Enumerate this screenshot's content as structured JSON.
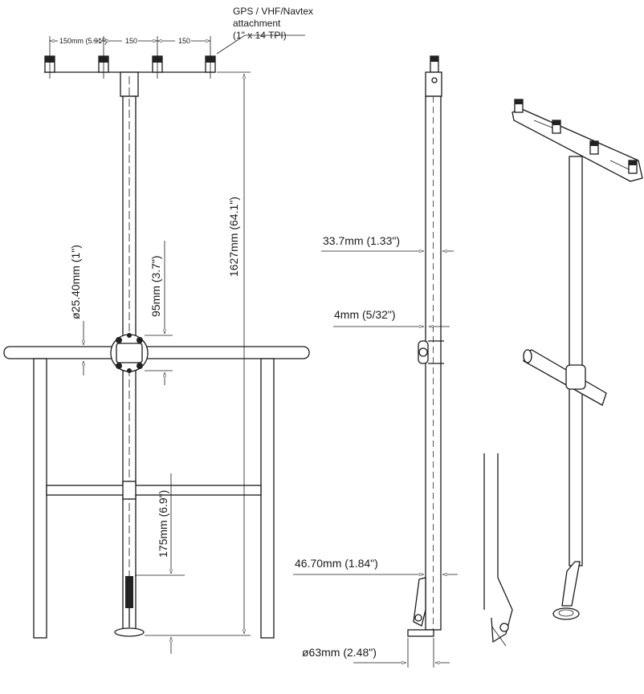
{
  "front_view": {
    "spacing_labels": [
      "150mm (5.91\")",
      "150",
      "150"
    ],
    "callout": [
      "GPS / VHF/Navtex",
      "attachment",
      "(1\" x 14 TPI)"
    ],
    "dim_pole_diameter": "ø25.40mm (1\")",
    "dim_flange": "95mm (3.7\")",
    "dim_height": "1627mm (64.1\")",
    "dim_base": "175mm (6.9\")"
  },
  "side_view": {
    "dim_outer_diameter": "33.7mm (1.33\")",
    "dim_wall": "4mm (5/32\")",
    "dim_bracket": "46.70mm (1.84\")",
    "dim_base_diameter": "ø63mm (2.48\")"
  }
}
